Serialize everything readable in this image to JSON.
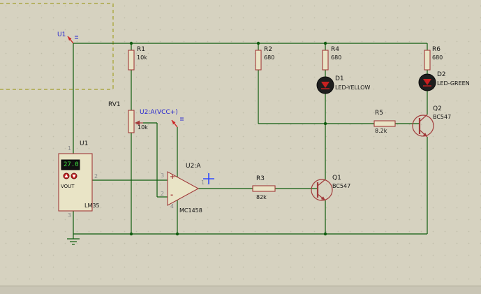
{
  "colors": {
    "bg": "#d6d2c0",
    "panel": "#c9c5b5",
    "wire": "#0e5c0e",
    "outline": "#a13a3a",
    "compfill": "#e9e4c6",
    "label": "#141414",
    "pin": "#8a8a8a",
    "net": "#2626cf",
    "template": "#a3a02c",
    "lcdbg": "#101010",
    "lcdtext": "#3ddc3d",
    "ledbody": "#1e1e1e",
    "ledsym": "#c82020",
    "power": "#cc2222",
    "cursor": "#2f49ff"
  },
  "power_terminals": {
    "vcc_left": {
      "label": "U1"
    },
    "vcc_opamp": {
      "label": "U2:A(VCC+)"
    }
  },
  "components": {
    "r1": {
      "ref": "R1",
      "value": "10k"
    },
    "r2": {
      "ref": "R2",
      "value": "680"
    },
    "r3": {
      "ref": "R3",
      "value": "82k"
    },
    "r4": {
      "ref": "R4",
      "value": "680"
    },
    "r5": {
      "ref": "R5",
      "value": "8.2k"
    },
    "r6": {
      "ref": "R6",
      "value": "680"
    },
    "rv1": {
      "ref": "RV1",
      "value": "10k"
    },
    "lm35": {
      "ref": "U1",
      "value": "LM35",
      "display": "27.0",
      "port": "VOUT",
      "pins": {
        "vcc": "1",
        "out": "2",
        "gnd": "3"
      }
    },
    "opamp": {
      "ref": "U2:A",
      "value": "MC1458",
      "plus": "+",
      "minus": "-",
      "pins": {
        "noninv": "3",
        "inv": "2",
        "out": "1",
        "vminus": "4"
      }
    },
    "d1": {
      "ref": "D1",
      "value": "LED-YELLOW"
    },
    "d2": {
      "ref": "D2",
      "value": "LED-GREEN"
    },
    "q1": {
      "ref": "Q1",
      "value": "BC547"
    },
    "q2": {
      "ref": "Q2",
      "value": "BC547"
    }
  }
}
